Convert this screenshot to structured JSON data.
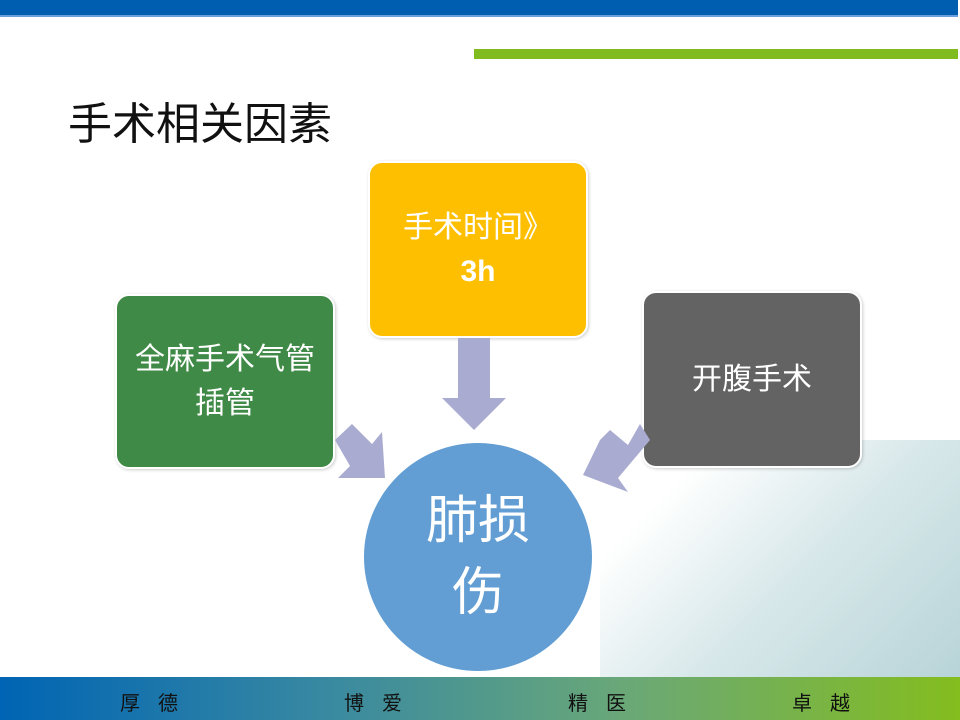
{
  "slide": {
    "title": "手术相关因素",
    "boxes": {
      "left": "全麻手术气管插管",
      "top_line1": "手术时间》",
      "top_line2": "3h",
      "right": "开腹手术"
    },
    "center": "肺损伤",
    "footer": [
      "厚德",
      "博爱",
      "精医",
      "卓越"
    ],
    "colors": {
      "blue": "#005eb0",
      "green": "#80bb1f",
      "box_left": "#3f8a46",
      "box_top": "#fdbf00",
      "box_right": "#636363",
      "circle": "#629ed3",
      "arrow": "#a9acd0"
    }
  }
}
